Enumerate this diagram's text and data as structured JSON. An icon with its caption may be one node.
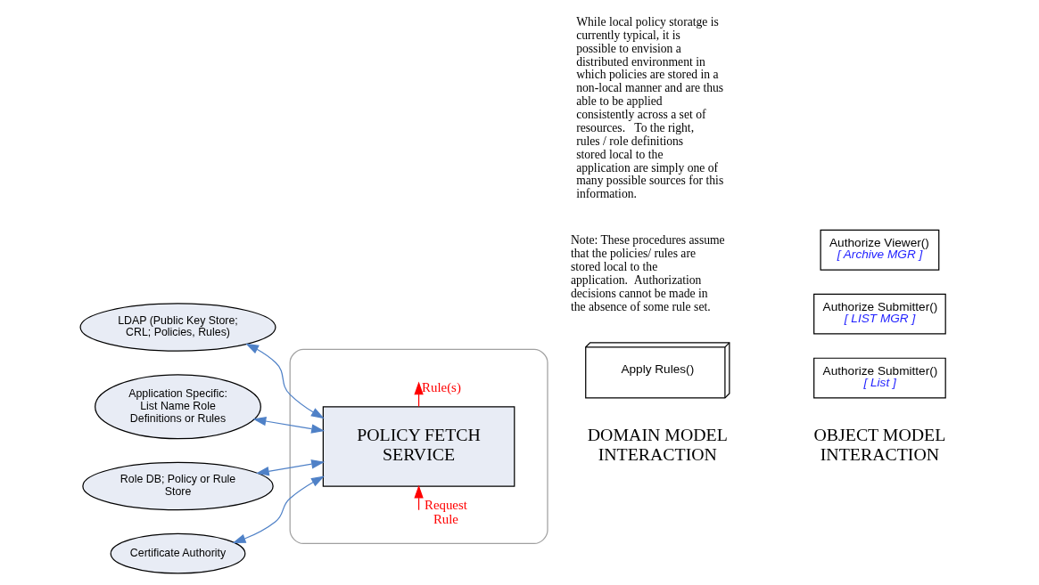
{
  "diagram": {
    "nodes": [
      {
        "text": [],
        "shape": "box"
      },
      {
        "text": [
          "POLICY FETCH SERVICE"
        ],
        "in": 0
      },
      {
        "text": [
          "LDAP (Public Key Store; CRL; Policies, Rules)"
        ]
      },
      {
        "text": [
          "Application Specific: List Name Role Definitions or Rules"
        ]
      },
      {
        "text": [
          "Role DB; Policy or Rule Store"
        ]
      },
      {
        "text": [
          "Certificate Authority"
        ]
      },
      {
        "text": [
          "Apply Rules()"
        ]
      },
      {
        "text": [
          "Authorize Submitter()",
          "[ List ]"
        ]
      },
      {
        "text": [
          "Authorize Submitter()",
          "[ LIST MGR ]"
        ]
      },
      {
        "text": [
          "Authorize Viewer()",
          "[ Archive MGR ]"
        ]
      }
    ],
    "edges": [
      {
        "from": null,
        "to": 1,
        "arrow": "to",
        "label": "Request Rule",
        "color": "#ff0000"
      },
      {
        "from": 1,
        "to": null,
        "arrow": "to",
        "label": "Rule(s)",
        "color": "#ff0000"
      },
      {
        "from": 1,
        "to": 2,
        "arrow": "both"
      },
      {
        "from": 1,
        "to": 3,
        "arrow": "both"
      },
      {
        "from": 1,
        "to": 4,
        "arrow": "both"
      },
      {
        "from": 1,
        "to": 5,
        "arrow": "both"
      }
    ],
    "labels": [
      "DOMAIN MODEL INTERACTION",
      "OBJECT MODEL INTERACTION",
      "Note: These procedures assume that the policies/ rules are stored local to the application.  Authorization decisions cannot be made in the absence of some rule set.",
      "While local policy storatge is currently typical, it is possible to envision a distributed environment in which policies are stored in a non-local manner and are thus able to be applied consistently across a set of resources.   To the right, rules / role definitions stored local to the application are simply one of many possible sources for this information."
    ]
  }
}
